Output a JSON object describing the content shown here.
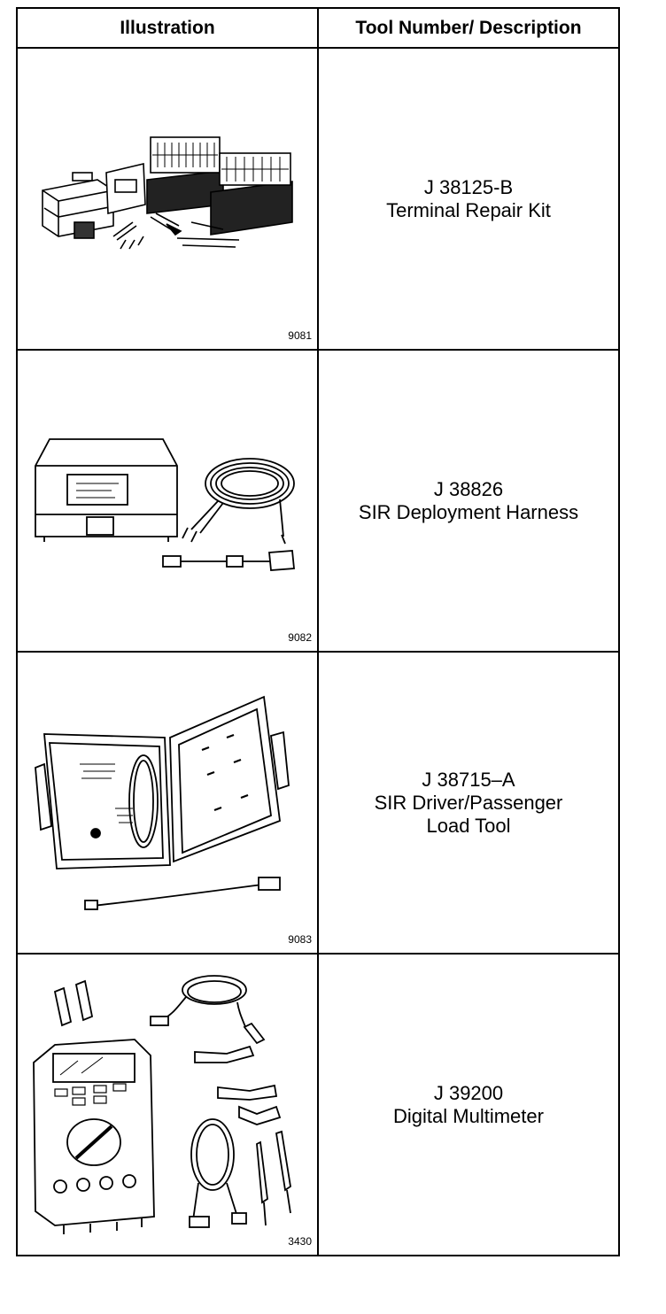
{
  "header": {
    "col1": "Illustration",
    "col2": "Tool Number/ Description"
  },
  "rows": [
    {
      "fig": "9081",
      "number": "J 38125-B",
      "desc1": "Terminal Repair Kit",
      "desc2": "",
      "icon": "terminal-repair-kit"
    },
    {
      "fig": "9082",
      "number": "J 38826",
      "desc1": "SIR Deployment Harness",
      "desc2": "",
      "icon": "deployment-harness"
    },
    {
      "fig": "9083",
      "number": "J 38715–A",
      "desc1": "SIR Driver/Passenger",
      "desc2": "Load Tool",
      "icon": "load-tool"
    },
    {
      "fig": "3430",
      "number": "J 39200",
      "desc1": "Digital Multimeter",
      "desc2": "",
      "icon": "digital-multimeter"
    }
  ]
}
